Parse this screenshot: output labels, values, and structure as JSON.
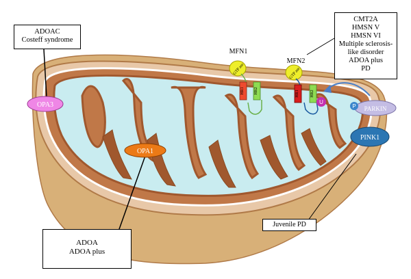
{
  "boxes": {
    "adoac": {
      "lines": [
        "ADOAC",
        "Costeff syndrome"
      ]
    },
    "cmt2a": {
      "lines": [
        "CMT2A",
        "HMSN V",
        "HMSN VI",
        "Multiple sclerosis-",
        "like disorder",
        "ADOA plus",
        "PD"
      ]
    },
    "adoa": {
      "lines": [
        "ADOA",
        "ADOA plus"
      ]
    },
    "juvenile_pd": {
      "text": "Juvenile PD"
    }
  },
  "proteins": {
    "opa3": "OPA3",
    "opa1": "OPA1",
    "pink1": "PINK1",
    "parkin": "PARKIN",
    "p": "P",
    "u": "U",
    "mfn1": "MFN1",
    "mfn2": "MFN2",
    "gtpase": "GTP ase",
    "hr1": "HR1",
    "hr2": "HR2"
  },
  "colors": {
    "matrix": "#c9ecf0",
    "inner_membrane": "#a0582e",
    "intermembrane": "#d9a27a",
    "outer_base": "#d8b078",
    "opa3": "#ef86e6",
    "opa1": "#ec7a16",
    "pink1": "#2b76b3",
    "parkin": "#c4bde4",
    "u": "#c430b0",
    "p": "#3a86cc",
    "gtpase": "#eeee2a",
    "hr_red": "#ee4a2e",
    "hr_green": "#8edb52",
    "mfn2_red": "#d81e1e"
  }
}
